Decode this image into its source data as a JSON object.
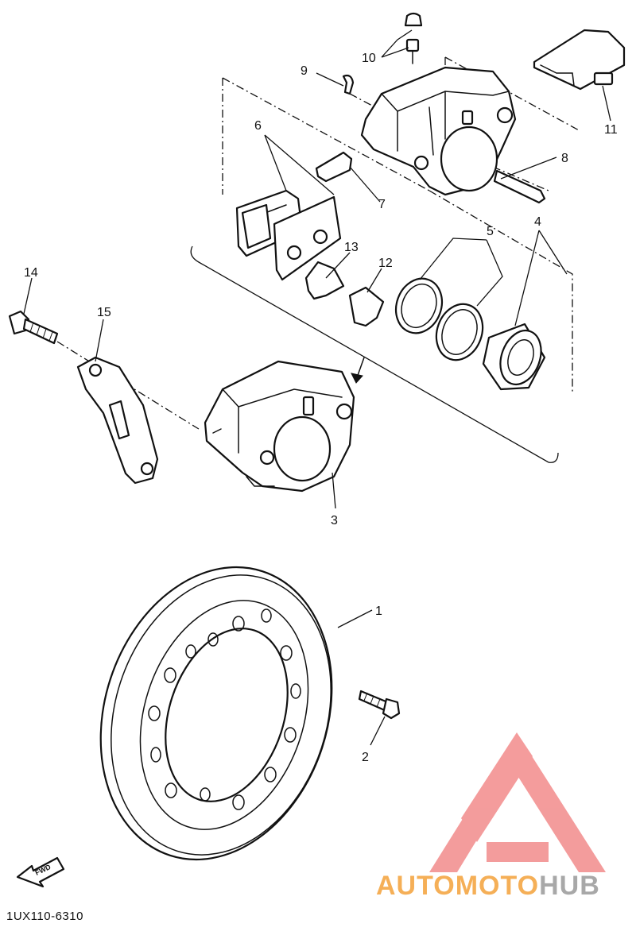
{
  "callouts": {
    "c1": "1",
    "c2": "2",
    "c3": "3",
    "c4": "4",
    "c5": "5",
    "c6": "6",
    "c7": "7",
    "c8": "8",
    "c9": "9",
    "c10": "10",
    "c11": "11",
    "c12": "12",
    "c13": "13",
    "c14": "14",
    "c15": "15"
  },
  "diagram_code": "1UX110-6310",
  "fwd_label": "FWD",
  "watermark": {
    "brand_part1": "AUTO",
    "brand_part2": "MOTO",
    "brand_part3": "HUB",
    "color_accent": "#f4a23a",
    "color_gray": "#9a9a9a",
    "color_logo": "#f28b8b"
  }
}
